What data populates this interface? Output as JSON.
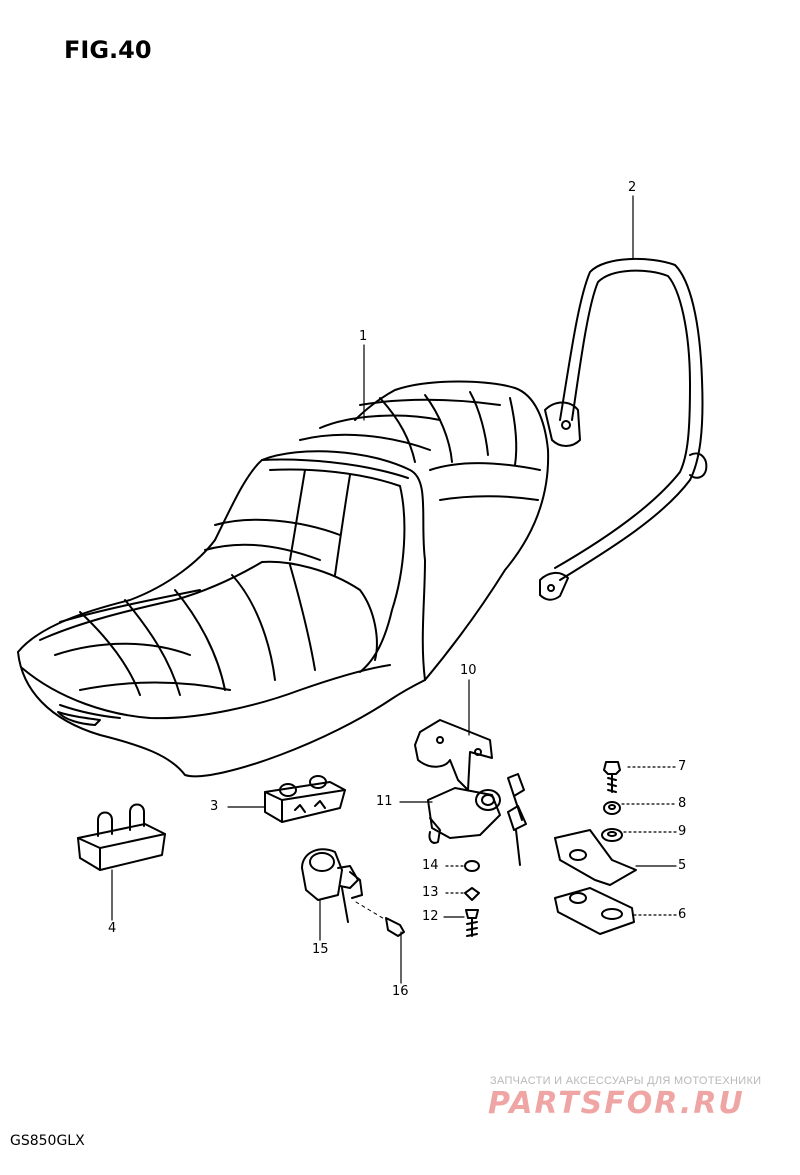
{
  "figure": {
    "title": "FIG.40",
    "model": "GS850GLX"
  },
  "callouts": [
    {
      "id": "c1",
      "text": "1"
    },
    {
      "id": "c2",
      "text": "2"
    },
    {
      "id": "c3",
      "text": "3"
    },
    {
      "id": "c4",
      "text": "4"
    },
    {
      "id": "c5",
      "text": "5"
    },
    {
      "id": "c6",
      "text": "6"
    },
    {
      "id": "c7",
      "text": "7"
    },
    {
      "id": "c8",
      "text": "8"
    },
    {
      "id": "c9",
      "text": "9"
    },
    {
      "id": "c10",
      "text": "10"
    },
    {
      "id": "c11",
      "text": "11"
    },
    {
      "id": "c12",
      "text": "12"
    },
    {
      "id": "c13",
      "text": "13"
    },
    {
      "id": "c14",
      "text": "14"
    },
    {
      "id": "c15",
      "text": "15"
    },
    {
      "id": "c16",
      "text": "16"
    }
  ],
  "watermark": {
    "text": "ЗАПЧАСТИ И АКСЕССУАРЫ ДЛЯ МОТОТЕХНИКИ",
    "logo": "PARTSFOR.RU"
  },
  "colors": {
    "ink": "#000000",
    "paper": "#ffffff",
    "watermark_logo": "#f0a5a5",
    "watermark_text": "#b8b8b8"
  }
}
